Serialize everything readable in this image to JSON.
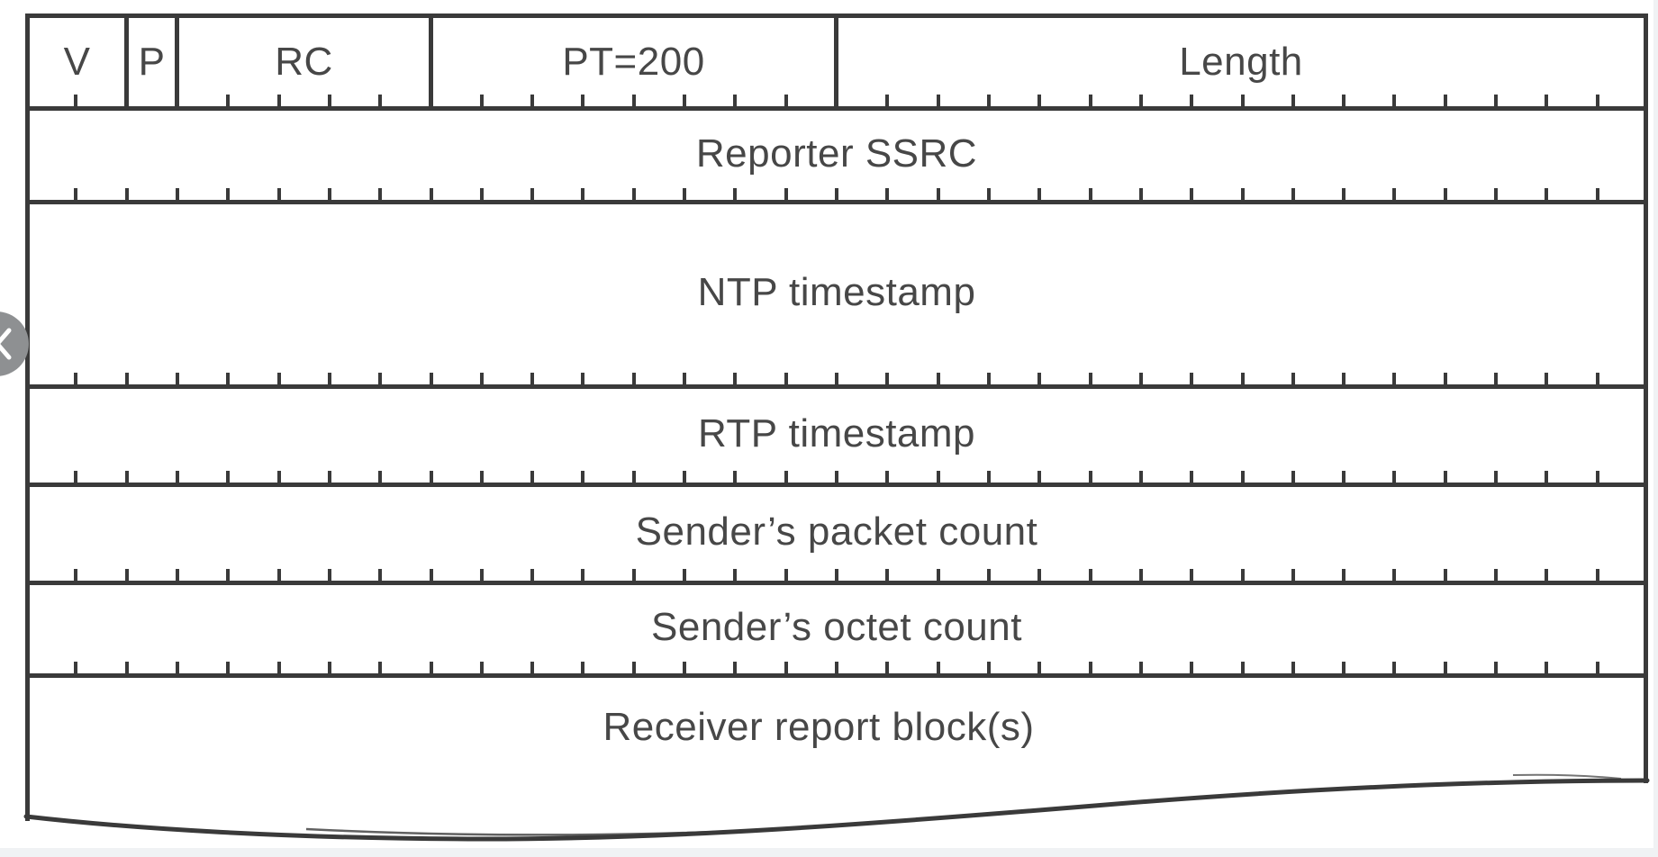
{
  "diagram": {
    "type": "packet-format-diagram",
    "word_width_bits": 32,
    "header_fields": [
      {
        "label": "V",
        "bits": 2
      },
      {
        "label": "P",
        "bits": 1
      },
      {
        "label": "RC",
        "bits": 5
      },
      {
        "label": "PT=200",
        "bits": 8
      },
      {
        "label": "Length",
        "bits": 16
      }
    ],
    "rows": [
      {
        "label": "Reporter SSRC",
        "words": 1
      },
      {
        "label": "NTP timestamp",
        "words": 2
      },
      {
        "label": "RTP timestamp",
        "words": 1
      },
      {
        "label": "Sender’s packet count",
        "words": 1
      },
      {
        "label": "Sender’s octet count",
        "words": 1
      },
      {
        "label": "Receiver report block(s)",
        "words": "variable",
        "torn_bottom_edge": true
      }
    ],
    "colors": {
      "line": "#3a3a3a",
      "text": "#474747",
      "background": "#ffffff"
    }
  },
  "reader_ui": {
    "back_button": {
      "icon": "chevron-left",
      "circle_color": "#8e9092",
      "icon_color": "#ffffff"
    },
    "edge_strip_color": "#f0f2f4"
  }
}
